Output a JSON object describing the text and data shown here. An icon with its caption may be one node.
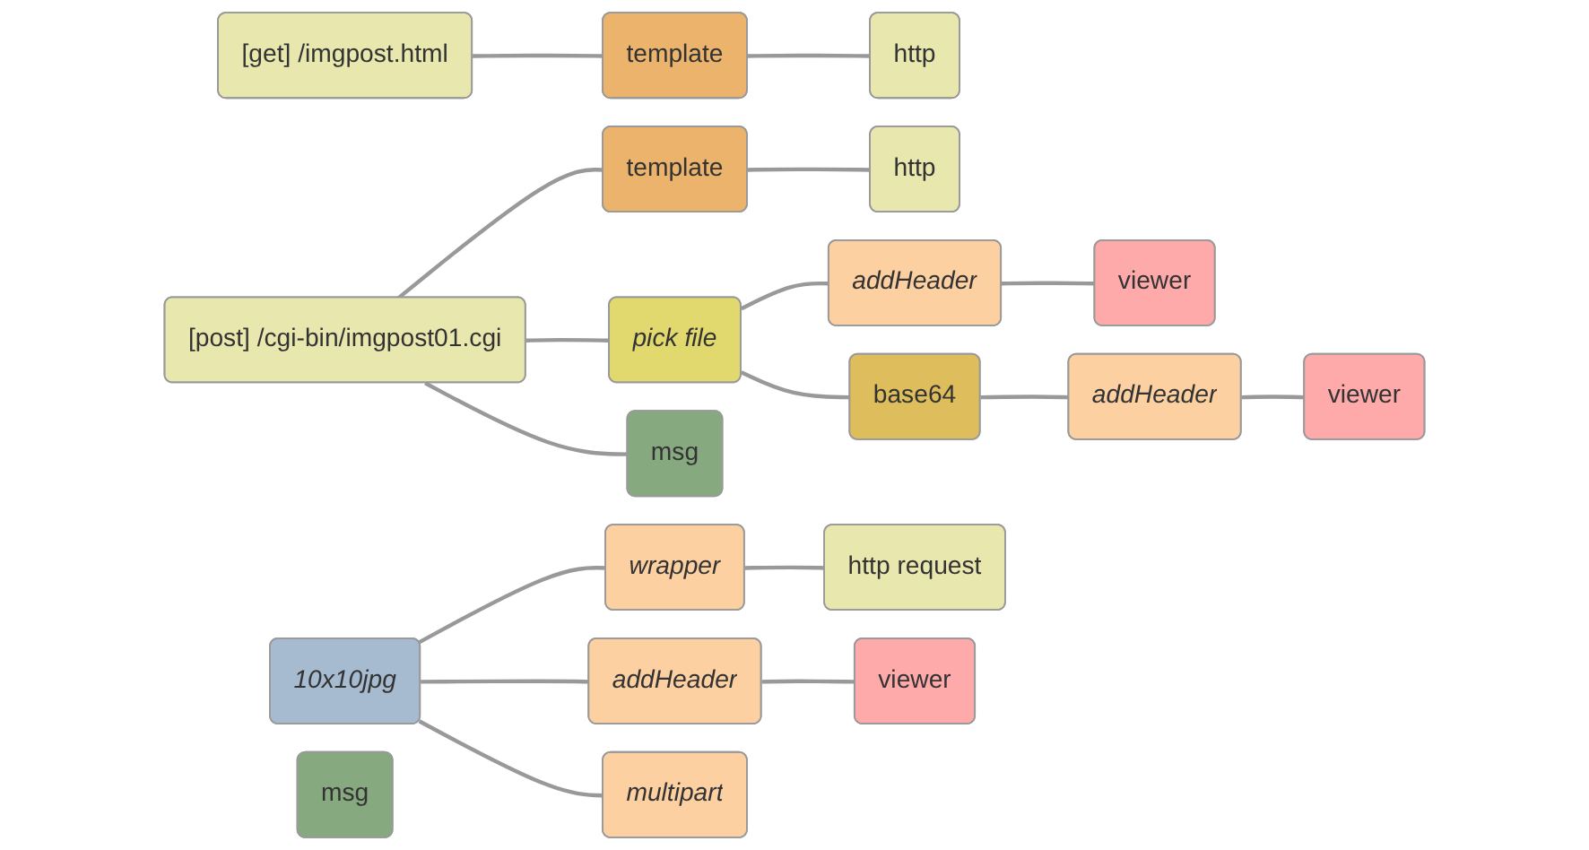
{
  "diagram": {
    "nodes": [
      {
        "text": [
          "[get] /imgpost.html"
        ]
      },
      {
        "text": [
          "template"
        ]
      },
      {
        "text": [
          "http"
        ]
      },
      {
        "text": [
          "template"
        ]
      },
      {
        "text": [
          "http"
        ]
      },
      {
        "text": [
          "[post] /cgi-bin/imgpost01.cgi"
        ]
      },
      {
        "text": [
          "pick file"
        ]
      },
      {
        "text": [
          "addHeader"
        ]
      },
      {
        "text": [
          "viewer"
        ]
      },
      {
        "text": [
          "msg"
        ]
      },
      {
        "text": [
          "base64"
        ]
      },
      {
        "text": [
          "addHeader"
        ]
      },
      {
        "text": [
          "viewer"
        ]
      },
      {
        "text": [
          "10x10jpg"
        ]
      },
      {
        "text": [
          "wrapper"
        ]
      },
      {
        "text": [
          "http request"
        ]
      },
      {
        "text": [
          "msg"
        ]
      },
      {
        "text": [
          "addHeader"
        ]
      },
      {
        "text": [
          "viewer"
        ]
      },
      {
        "text": [
          "multipart"
        ]
      }
    ],
    "edges": [
      {
        "from": 0,
        "to": 1,
        "arrow": "none"
      },
      {
        "from": 1,
        "to": 2,
        "arrow": "none"
      },
      {
        "from": 5,
        "to": 3,
        "arrow": "none"
      },
      {
        "from": 3,
        "to": 4,
        "arrow": "none"
      },
      {
        "from": 5,
        "to": 6,
        "arrow": "none"
      },
      {
        "from": 5,
        "to": 9,
        "arrow": "none"
      },
      {
        "from": 6,
        "to": 7,
        "arrow": "none"
      },
      {
        "from": 7,
        "to": 8,
        "arrow": "none"
      },
      {
        "from": 6,
        "to": 10,
        "arrow": "none"
      },
      {
        "from": 10,
        "to": 11,
        "arrow": "none"
      },
      {
        "from": 11,
        "to": 12,
        "arrow": "none"
      },
      {
        "from": 13,
        "to": 14,
        "arrow": "none"
      },
      {
        "from": 13,
        "to": 17,
        "arrow": "none"
      },
      {
        "from": 13,
        "to": 19,
        "arrow": "none"
      },
      {
        "from": 14,
        "to": 15,
        "arrow": "none"
      },
      {
        "from": 17,
        "to": 18,
        "arrow": "none"
      }
    ]
  }
}
